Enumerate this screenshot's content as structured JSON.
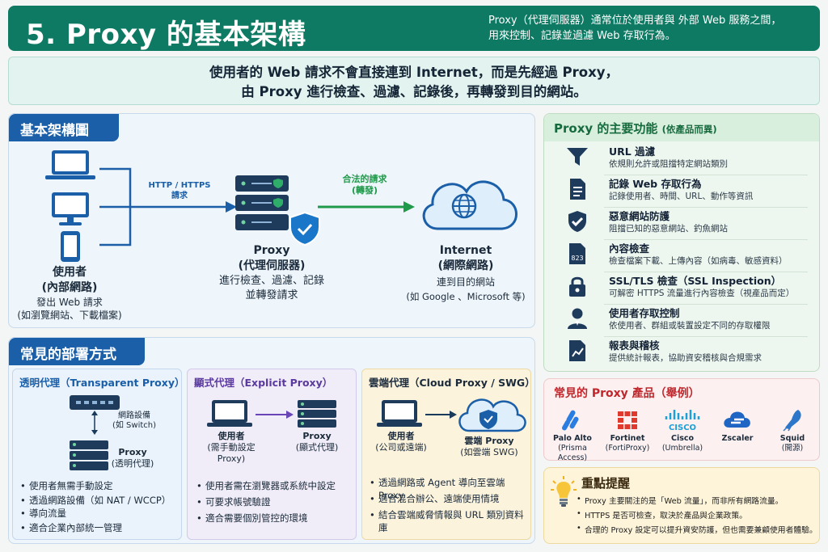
{
  "header": {
    "title": "5. Proxy 的基本架構",
    "subtitle_line1": "Proxy（代理伺服器）通常位於使用者與 外部 Web 服務之間，",
    "subtitle_line2": "用來控制、記錄並過濾 Web 存取行為。"
  },
  "intro": {
    "line1": "使用者的 Web 請求不會直接連到 Internet，而是先經過 Proxy，",
    "line2": "由 Proxy 進行檢查、過濾、記錄後，再轉發到目的網站。"
  },
  "architecture": {
    "tab": "基本架構圖",
    "user_title_1": "使用者",
    "user_title_2": "(內部網路)",
    "user_desc_1": "發出 Web 請求",
    "user_desc_2": "(如瀏覽網站、下載檔案)",
    "arrow1_label_1": "HTTP / HTTPS",
    "arrow1_label_2": "請求",
    "proxy_title_1": "Proxy",
    "proxy_title_2": "(代理伺服器)",
    "proxy_desc_1": "進行檢查、過濾、記錄",
    "proxy_desc_2": "並轉發請求",
    "arrow2_label_1": "合法的請求",
    "arrow2_label_2": "(轉發)",
    "internet_title_1": "Internet",
    "internet_title_2": "(網際網路)",
    "internet_desc_1": "連到目的網站",
    "internet_desc_2": "(如 Google 、Microsoft  等)"
  },
  "deployment": {
    "tab": "常見的部署方式",
    "transparent": {
      "title": "透明代理（Transparent Proxy）",
      "device_1": "網路設備",
      "device_2": "(如 Switch)",
      "proxy_1": "Proxy",
      "proxy_2": "(透明代理)",
      "bullets": [
        "使用者無需手動設定",
        "透過網路設備（如 NAT / WCCP）",
        "導向流量",
        "適合企業內部統一管理"
      ]
    },
    "explicit": {
      "title": "顯式代理（Explicit Proxy）",
      "user_1": "使用者",
      "user_2": "(需手動設定 Proxy)",
      "proxy_1": "Proxy",
      "proxy_2": "(顯式代理)",
      "bullets": [
        "使用者需在瀏覽器或系統中設定",
        "可要求帳號驗證",
        "適合需要個別管控的環境"
      ]
    },
    "cloud": {
      "title": "雲端代理（Cloud Proxy / SWG）",
      "user_1": "使用者",
      "user_2": "(公司或遠端)",
      "proxy_1": "雲端 Proxy",
      "proxy_2": "(如雲端 SWG)",
      "bullets": [
        "透過網路或 Agent 導向至雲端 Proxy",
        "適合混合辦公、遠端使用情境",
        "結合雲端威脅情報與 URL 類別資料庫"
      ]
    }
  },
  "features": {
    "title": "Proxy 的主要功能",
    "title_note": "(依產品而異)",
    "items": [
      {
        "icon": "filter-icon",
        "title": "URL 過濾",
        "desc": "依規則允許或阻擋特定網站類別"
      },
      {
        "icon": "document-icon",
        "title": "記錄 Web 存取行為",
        "desc": "記錄使用者、時間、URL、動作等資訊"
      },
      {
        "icon": "shield-check-icon",
        "title": "惡意網站防護",
        "desc": "阻擋已知的惡意網站、釣魚網站"
      },
      {
        "icon": "file-inspect-icon",
        "title": "內容檢查",
        "desc": "檢查檔案下載、上傳內容（如病毒、敏感資料）"
      },
      {
        "icon": "lock-icon",
        "title": "SSL/TLS 檢查（SSL Inspection）",
        "desc": "可解密 HTTPS 流量進行內容檢查（視產品而定）"
      },
      {
        "icon": "user-icon",
        "title": "使用者存取控制",
        "desc": "依使用者、群組或裝置設定不同的存取權限"
      },
      {
        "icon": "report-icon",
        "title": "報表與稽核",
        "desc": "提供統計報表，協助資安稽核與合規需求"
      }
    ],
    "file_icon_text": "823"
  },
  "products": {
    "title": "常見的 Proxy 產品（舉例）",
    "items": [
      {
        "name": "Palo Alto",
        "note": "(Prisma Access)"
      },
      {
        "name": "Fortinet",
        "note": "(FortiProxy)"
      },
      {
        "name": "Cisco",
        "note": "(Umbrella)",
        "logo": "CISCO"
      },
      {
        "name": "Zscaler",
        "note": ""
      },
      {
        "name": "Squid",
        "note": "(開源)"
      }
    ]
  },
  "tips": {
    "title": "重點提醒",
    "items": [
      "Proxy 主要關注的是「Web 流量」，而非所有網路流量。",
      "HTTPS 是否可檢查，取決於產品與企業政策。",
      "合理的 Proxy 設定可以提升資安防護，但也需要兼顧使用者體驗。"
    ]
  },
  "colors": {
    "header": "#0f7a63",
    "blue": "#1a5fa8",
    "green": "#1f9a4a",
    "red": "#c0272d"
  }
}
